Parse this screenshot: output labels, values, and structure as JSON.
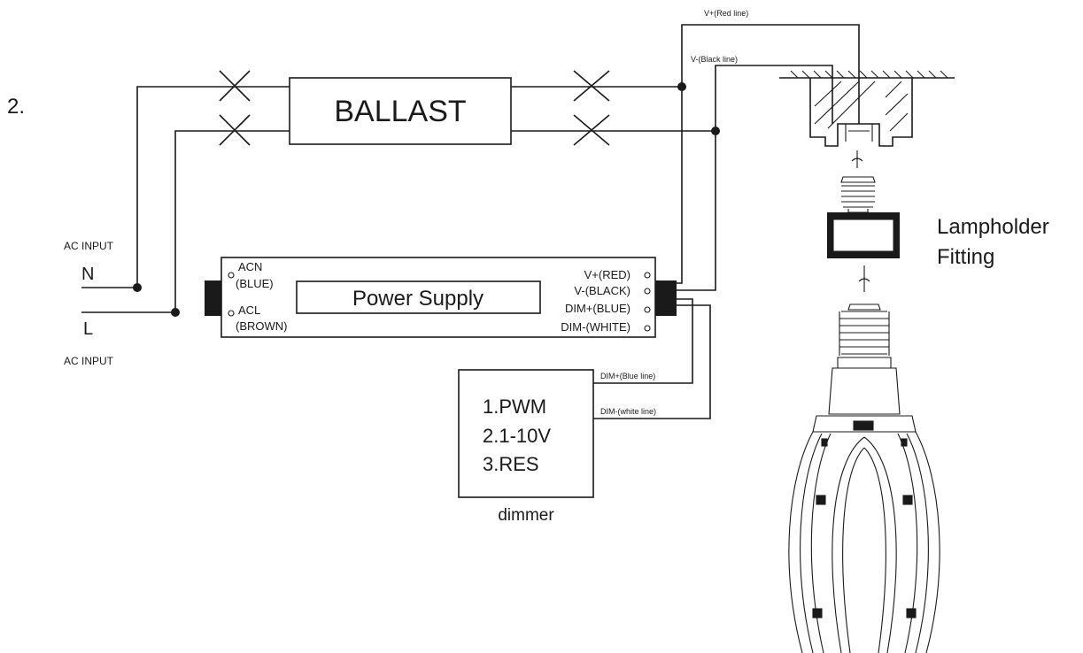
{
  "step_label": "2.",
  "ballast": {
    "label": "BALLAST"
  },
  "ac_input": {
    "top_label": "AC INPUT",
    "n_label": "N",
    "l_label": "L",
    "bottom_label": "AC INPUT"
  },
  "power_supply": {
    "label": "Power Supply",
    "acn": "ACN",
    "acn_color": "(BLUE)",
    "acl": "ACL",
    "acl_color": "(BROWN)",
    "outputs": [
      "V+(RED)",
      "V-(BLACK)",
      "DIM+(BLUE)",
      "DIM-(WHITE)"
    ]
  },
  "wires": {
    "v_plus": "V+(Red line)",
    "v_minus": "V-(Black line)",
    "dim_plus": "DIM+(Blue line)",
    "dim_minus": "DIM-(white line)"
  },
  "dimmer": {
    "modes": [
      "1.PWM",
      "2.1-10V",
      "3.RES"
    ],
    "label": "dimmer"
  },
  "lampholder": {
    "label_line1": "Lampholder",
    "label_line2": "Fitting"
  }
}
